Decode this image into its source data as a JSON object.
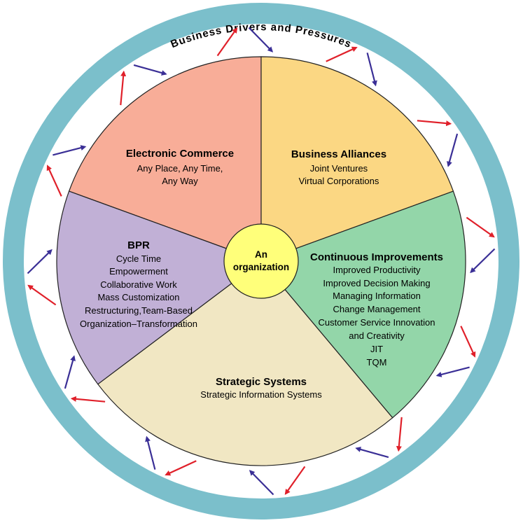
{
  "ring": {
    "label": "Business Drivers and Pressures",
    "color": "#7bbfcb"
  },
  "center": {
    "line1": "An",
    "line2": "organization",
    "color": "#ffff7a"
  },
  "arrows": {
    "inward_color": "#3a2f96",
    "outward_color": "#e0202a"
  },
  "segments": [
    {
      "id": "electronic-commerce",
      "title": "Electronic Commerce",
      "lines": [
        "Any Place, Any Time,",
        "Any Way"
      ],
      "color": "#f8ad98"
    },
    {
      "id": "business-alliances",
      "title": "Business Alliances",
      "lines": [
        "Joint Ventures",
        "Virtual Corporations"
      ],
      "color": "#fbd783"
    },
    {
      "id": "continuous-improvements",
      "title": "Continuous Improvements",
      "lines": [
        "Improved Productivity",
        "Improved Decision Making",
        "Managing Information",
        "Change Management",
        "Customer Service Innovation",
        "and Creativity",
        "JIT",
        "TQM"
      ],
      "color": "#93d6a9"
    },
    {
      "id": "strategic-systems",
      "title": "Strategic Systems",
      "lines": [
        "Strategic Information Systems"
      ],
      "color": "#f1e7c3"
    },
    {
      "id": "bpr",
      "title": "BPR",
      "lines": [
        "Cycle Time",
        "Empowerment",
        "Collaborative Work",
        "Mass Customization",
        "Restructuring,Team-Based",
        "Organization–Transformation"
      ],
      "color": "#c1b0d6"
    }
  ]
}
